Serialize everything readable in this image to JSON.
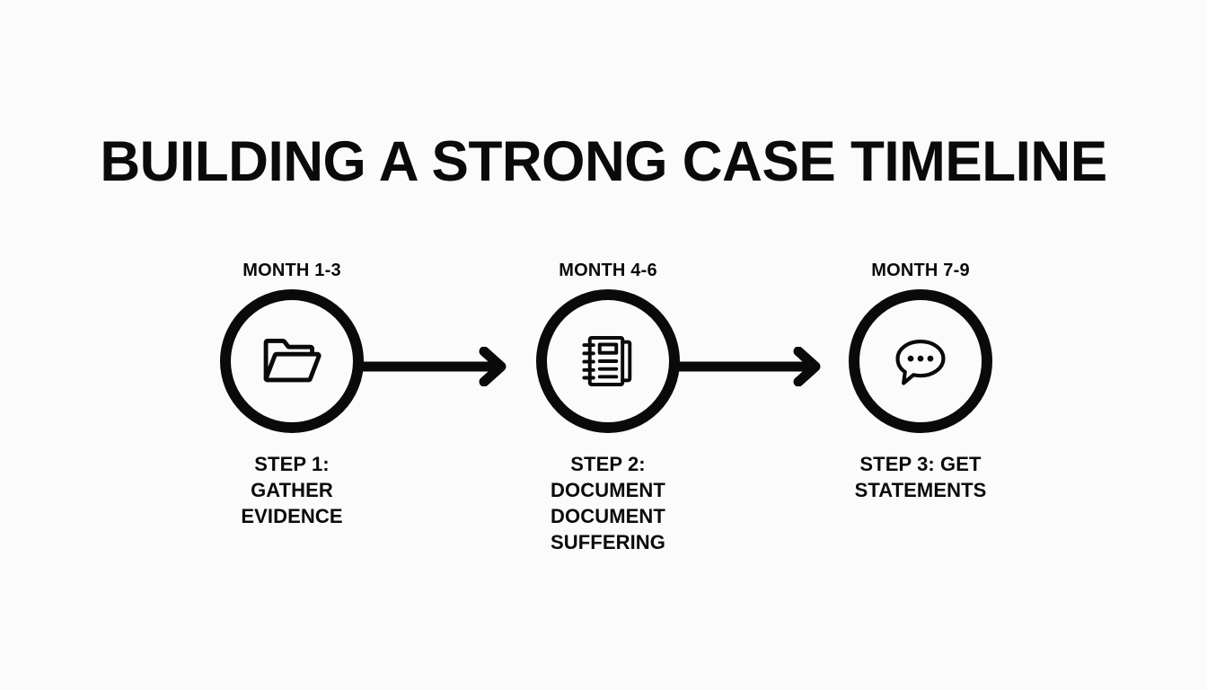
{
  "slide": {
    "title": "BUILDING A STRONG CASE TIMELINE",
    "background_color": "#fbfbfb",
    "ink_color": "#0a0a0a"
  },
  "timeline": {
    "steps": [
      {
        "month_label": "MONTH 1-3",
        "icon": "open-folder-icon",
        "caption_lines": [
          "STEP 1:",
          "GATHER",
          "EVIDENCE"
        ]
      },
      {
        "month_label": "MONTH 4-6",
        "icon": "spiral-notebook-icon",
        "caption_lines": [
          "STEP 2:",
          "DOCUMENT",
          "DOCUMENT",
          "SUFFERING"
        ]
      },
      {
        "month_label": "MONTH 7-9",
        "icon": "speech-bubble-icon",
        "caption_lines": [
          "STEP 3: GET",
          "STATEMENTS"
        ]
      }
    ],
    "connectors": [
      {
        "icon": "arrow-right-icon"
      },
      {
        "icon": "arrow-right-icon"
      }
    ]
  }
}
